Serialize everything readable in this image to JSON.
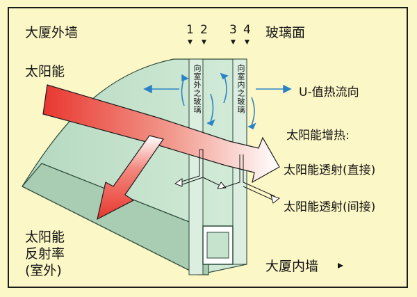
{
  "colors": {
    "background": "#fcf7c6",
    "border": "#1c1c1c",
    "glass_fill": "#c6e3ce",
    "wall_fill": "#a8cdb2",
    "wall_edge": "#2d4a3a",
    "solar_arrow_start": "#e8372f",
    "solar_arrow_end": "#ffffff",
    "u_value_arrow": "#2b83c6"
  },
  "labels": {
    "building_exterior_wall": "大厦外墙",
    "glass_surface": "玻璃面",
    "surface_numbers": [
      "1",
      "2",
      "3",
      "4"
    ],
    "solar_energy": "太阳能",
    "u_value_flow": "U-值热流向",
    "solar_heat_gain": "太阳能增热:",
    "solar_transmission_direct": "太阳能透射(直接)",
    "solar_transmission_indirect": "太阳能透射(间接)",
    "solar_reflectance_line1": "太阳能",
    "solar_reflectance_line2": "反射率",
    "solar_reflectance_line3": "(室外)",
    "building_interior_wall": "大厦内墙",
    "outer_pane_text": "向室外之玻璃",
    "inner_pane_text": "向室内之玻璃"
  },
  "icons": {
    "surface_marker": "▼",
    "interior_pointer": "▶"
  }
}
